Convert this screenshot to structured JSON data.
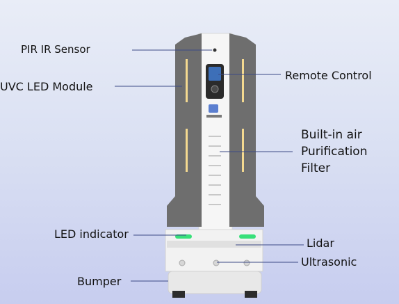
{
  "labels": {
    "pir": "PIR IR Sensor",
    "uvc": "UVC LED Module",
    "remote": "Remote Control",
    "filter": "Built-in air Purification Filter",
    "led": "LED indicator",
    "lidar": "Lidar",
    "ultrasonic": "Ultrasonic",
    "bumper": "Bumper"
  },
  "colors": {
    "panel_gray": "#6e6e6e",
    "body_white": "#f4f4f4",
    "led_green": "#38e07a",
    "leader_line": "#3c4a86"
  }
}
